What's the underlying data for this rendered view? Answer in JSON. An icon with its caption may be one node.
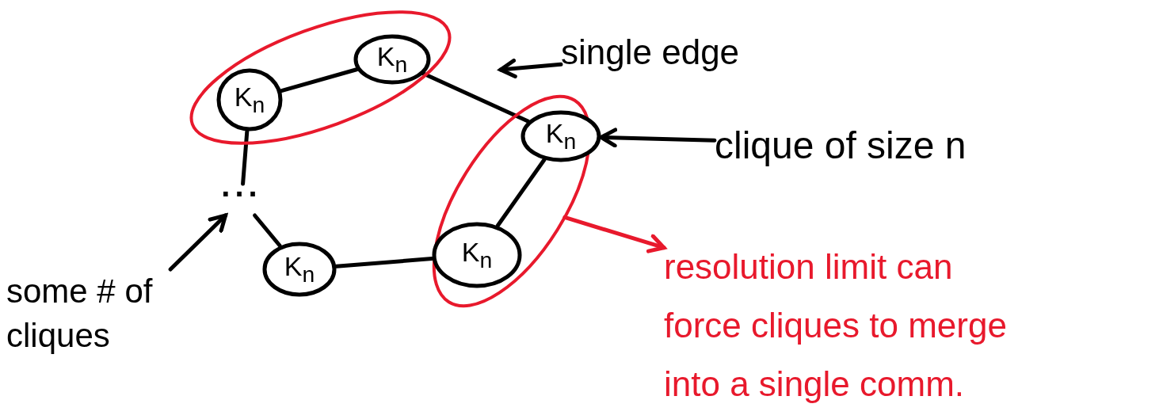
{
  "diagram": {
    "nodes": [
      {
        "text": [],
        "shape": "ellipse"
      },
      {
        "text": [
          "K$_{n}$"
        ],
        "in": 0
      },
      {
        "text": [
          "K$_{n}$"
        ],
        "in": 0
      },
      {
        "text": [],
        "shape": "ellipse"
      },
      {
        "text": [
          "K$_{n}$"
        ],
        "in": 3
      },
      {
        "text": [
          "K$_{n}$"
        ],
        "in": 3
      },
      {
        "text": [
          "K$_{n}$"
        ]
      },
      {
        "text": [
          "..."
        ]
      },
      {
        "text": [
          "single edge"
        ]
      },
      {
        "text": [
          "clique of size n"
        ]
      },
      {
        "text": [
          "some # of cliques"
        ]
      },
      {
        "text": [
          "resolution limit can force cliques to merge into a single comm."
        ]
      }
    ],
    "edges": [
      {
        "from": 1,
        "to": 2,
        "arrow": "none"
      },
      {
        "from": 2,
        "to": 4,
        "arrow": "none"
      },
      {
        "from": 4,
        "to": 5,
        "arrow": "none"
      },
      {
        "from": 5,
        "to": 6,
        "arrow": "none"
      },
      {
        "from": 1,
        "to": 7,
        "arrow": "none"
      },
      {
        "from": 7,
        "to": 6,
        "arrow": "none"
      },
      {
        "from": 8,
        "to": null,
        "arrow": "to"
      },
      {
        "from": 9,
        "to": 4,
        "arrow": "to"
      },
      {
        "from": 10,
        "to": 7,
        "arrow": "to"
      },
      {
        "from": 3,
        "to": 11,
        "arrow": "to",
        "color": "#e8192c"
      }
    ]
  }
}
